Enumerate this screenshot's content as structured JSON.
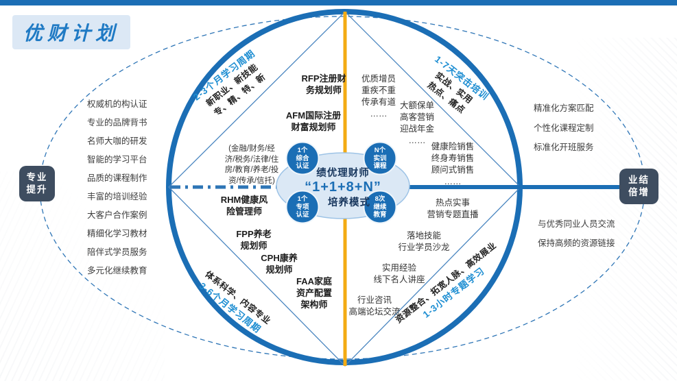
{
  "slide_title": "优财计划",
  "colors": {
    "primary_blue": "#1b6eb5",
    "arc_blue": "#1e8ed2",
    "accent_yellow": "#f3ab13",
    "badge_bg": "#3e4d60",
    "center_fill": "#dbe8f5",
    "title_bg": "#dce8f5"
  },
  "badges": {
    "left": "专业\n提升",
    "right": "业结\n倍增"
  },
  "left_benefits": [
    "权威机的构认证",
    "专业的品牌背书",
    "名师大咖的研发",
    "智能的学习平台",
    "品质的课程制作",
    "丰富的培训经验",
    "大客户合作案例",
    "精细化学习教材",
    "陪伴式学员服务",
    "多元化继续教育"
  ],
  "right_services": [
    "精准化方案匹配",
    "个性化课程定制",
    "标准化开班服务"
  ],
  "right_network": [
    "与优秀同业人员交流",
    "保持高频的资源链接"
  ],
  "arcs": {
    "top_left": {
      "period": "2-3个月学习周期",
      "features": "新职业、新技能\n专、精、特、新"
    },
    "top_right": {
      "period": "1-7天突击培训",
      "features": "实战、实用\n热点、痛点"
    },
    "bottom_left": {
      "features": "体系科学、内容专业",
      "period": "3-6个月学习周期"
    },
    "bottom_right": {
      "features": "资源整合、拓宽人脉、高效展业",
      "period": "1-3小时专题学习"
    }
  },
  "quadrant_top_left": {
    "rfp": "RFP注册财\n务规划师",
    "afm": "AFM国际注册\n财富规划师"
  },
  "quadrant_left": {
    "fields": "(金融/财务/经\n济/税务/法律/住\n房/教育/养老/投\n资/传承/信托)",
    "rhm": "RHM健康风\n险管理师"
  },
  "quadrant_bottom_left": {
    "fpp": "FPP养老\n规划师",
    "cph": "CPH康养\n规划师",
    "faa": "FAA家庭\n资产配置\n架构师"
  },
  "quadrant_top_right": {
    "block1": "优质增员\n重疾不重\n传承有道\n……",
    "block2": "大额保单\n高客营销\n迎战年金\n……",
    "block3": "健康险销售\n终身寿销售\n顾问式销售\n……"
  },
  "quadrant_bottom_right": {
    "block1": "热点实事\n营销专题直播",
    "block2": "落地技能\n行业学员沙龙",
    "block3": "实用经验\n线下名人讲座",
    "block4": "行业咨讯\n高端论坛交流"
  },
  "center": {
    "title": "绩优理财师",
    "formula": "“1+1+8+N”",
    "subtitle": "培养模式",
    "circle_top_left": "1个\n综合\n认证",
    "circle_top_right": "N个\n实训\n课程",
    "circle_bottom_left": "1个\n专项\n认证",
    "circle_bottom_right": "8次\n继续\n教育"
  }
}
